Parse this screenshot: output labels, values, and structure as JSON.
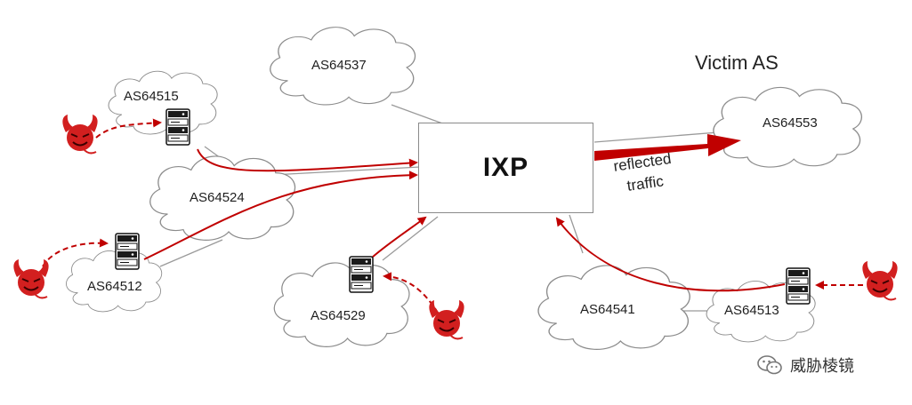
{
  "diagram": {
    "ixp_label": "IXP",
    "victim_caption": "Victim AS",
    "reflected_line1": "reflected",
    "reflected_line2": "traffic",
    "clouds": {
      "as64537": "AS64537",
      "as64515": "AS64515",
      "as64524": "AS64524",
      "as64512": "AS64512",
      "as64529": "AS64529",
      "as64541": "AS64541",
      "as64513": "AS64513",
      "as64553": "AS64553"
    }
  },
  "watermark": {
    "text": "威胁棱镜"
  },
  "colors": {
    "attack_red": "#c00000",
    "link_gray": "#9a9a9a",
    "cloud_stroke": "#8c8c8c",
    "devil_red": "#d21f1f"
  },
  "icons": [
    "server-icon",
    "attacker-devil-icon",
    "wechat-logo-icon"
  ]
}
